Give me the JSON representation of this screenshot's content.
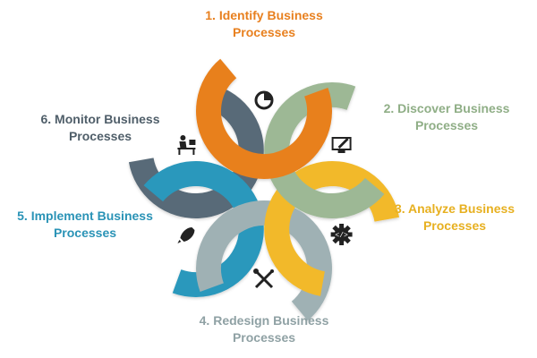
{
  "steps": [
    {
      "id": 1,
      "line1": "1. Identify Business",
      "line2": "Processes",
      "color": "#E8801F",
      "icon": "pie-chart-icon"
    },
    {
      "id": 2,
      "line1": "2. Discover Business",
      "line2": "Processes",
      "color": "#9DB895",
      "icon": "monitor-pen-icon"
    },
    {
      "id": 3,
      "line1": "3. Analyze Business",
      "line2": "Processes",
      "color": "#F2B92A",
      "icon": "code-gear-icon"
    },
    {
      "id": 4,
      "line1": "4. Redesign Business",
      "line2": "Processes",
      "color": "#9FB1B4",
      "icon": "wrench-screwdriver-icon"
    },
    {
      "id": 5,
      "line1": "5. Implement Business",
      "line2": "Processes",
      "color": "#2A98BC",
      "icon": "rocket-icon"
    },
    {
      "id": 6,
      "line1": "6. Monitor Business",
      "line2": "Processes",
      "color": "#596B78",
      "icon": "person-at-desk-icon"
    }
  ],
  "label_colors": {
    "step1": "#E8801F",
    "step2": "#8FAE86",
    "step3": "#E7B020",
    "step4": "#8FA1A4",
    "step5": "#2A93B6",
    "step6": "#4F5E69"
  }
}
